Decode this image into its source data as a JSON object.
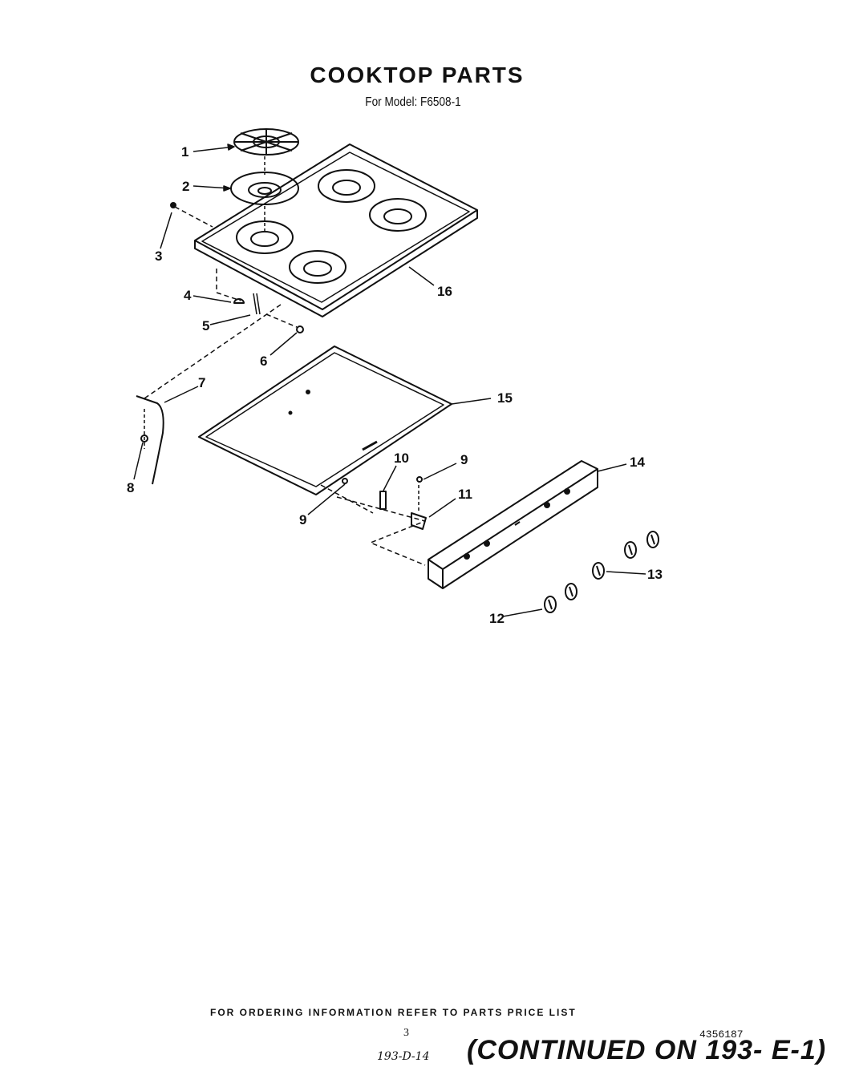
{
  "header": {
    "title": "COOKTOP PARTS",
    "model_line": "For Model:  F6508-1"
  },
  "callouts": [
    "1",
    "2",
    "3",
    "4",
    "5",
    "6",
    "7",
    "8",
    "9",
    "10",
    "9",
    "11",
    "14",
    "15",
    "16",
    "13",
    "12"
  ],
  "parts_shown": [
    "grate",
    "burner-bowl",
    "cooktop-top",
    "cooktop-pan",
    "control-panel",
    "knobs",
    "screws",
    "bracket",
    "clip",
    "wire"
  ],
  "footer": {
    "ordering_note": "FOR ORDERING INFORMATION REFER TO PARTS PRICE LIST",
    "page_number": "3",
    "doc_number": "4356187",
    "handwritten_ref": "193-D-14",
    "continued": "(CONTINUED ON 193- E-1)"
  }
}
